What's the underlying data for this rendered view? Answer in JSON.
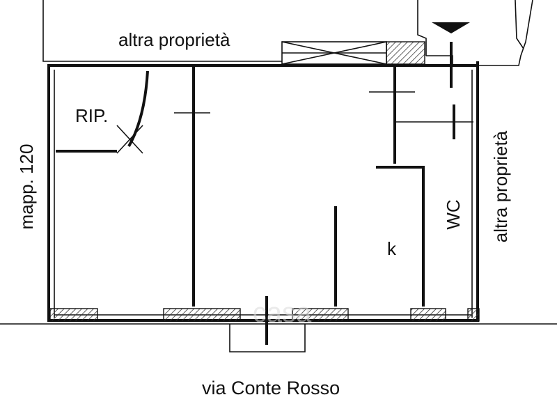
{
  "labels": {
    "north_neighbor": "altra proprietà",
    "east_neighbor": "altra proprietà",
    "west_parcel": "mapp. 120",
    "storage_room": "RIP.",
    "toilet": "WC",
    "kitchen": "k",
    "street": "via Conte Rosso",
    "watermark": "casa"
  }
}
